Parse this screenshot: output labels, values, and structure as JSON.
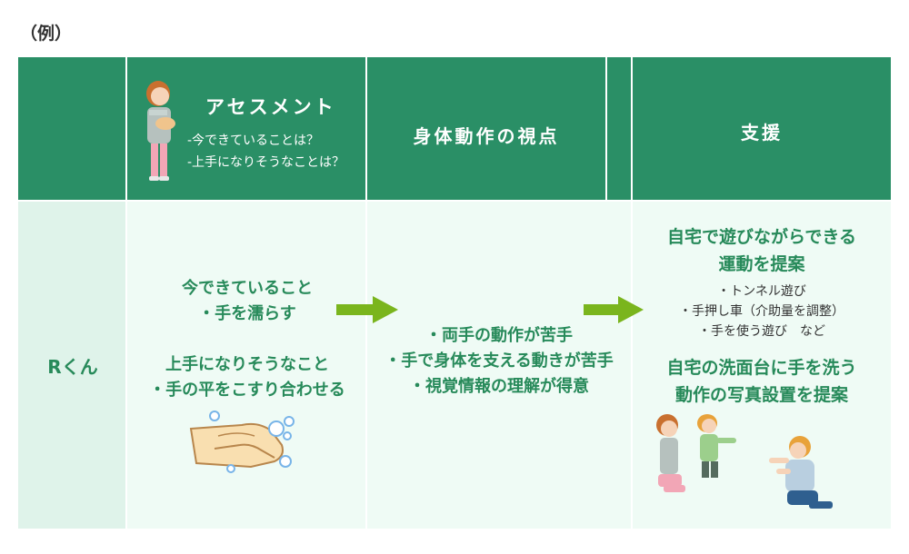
{
  "example_label": "（例）",
  "header": {
    "assessment": {
      "title": "アセスメント",
      "q1": "-今できていることは？",
      "q2": "-上手になりそうなことは？"
    },
    "viewpoint": "身体動作の視点",
    "support": "支援"
  },
  "row": {
    "label": "Rくん",
    "assessment": {
      "can_do_heading": "今できていること",
      "can_do_item": "・手を濡らす",
      "improve_heading": "上手になりそうなこと",
      "improve_item": "・手の平をこすり合わせる"
    },
    "viewpoint": {
      "items": [
        "・両手の動作が苦手",
        "・手で身体を支える動きが苦手",
        "・視覚情報の理解が得意"
      ]
    },
    "support": {
      "proposal1_line1": "自宅で遊びながらできる",
      "proposal1_line2": "運動を提案",
      "examples": [
        "・トンネル遊び",
        "・手押し車（介助量を調整）",
        "・手を使う遊び　など"
      ],
      "proposal2_line1": "自宅の洗面台に手を洗う",
      "proposal2_line2": "動作の写真設置を提案"
    }
  },
  "colors": {
    "header_bg": "#2a8f66",
    "body_bg": "#effbf5",
    "label_bg": "#dff3ea",
    "text_green": "#278a5a",
    "arrow": "#7ab51d"
  },
  "icons": [
    "therapist-icon",
    "hand-washing-icon",
    "children-playing-icon",
    "arrow-right-icon"
  ]
}
